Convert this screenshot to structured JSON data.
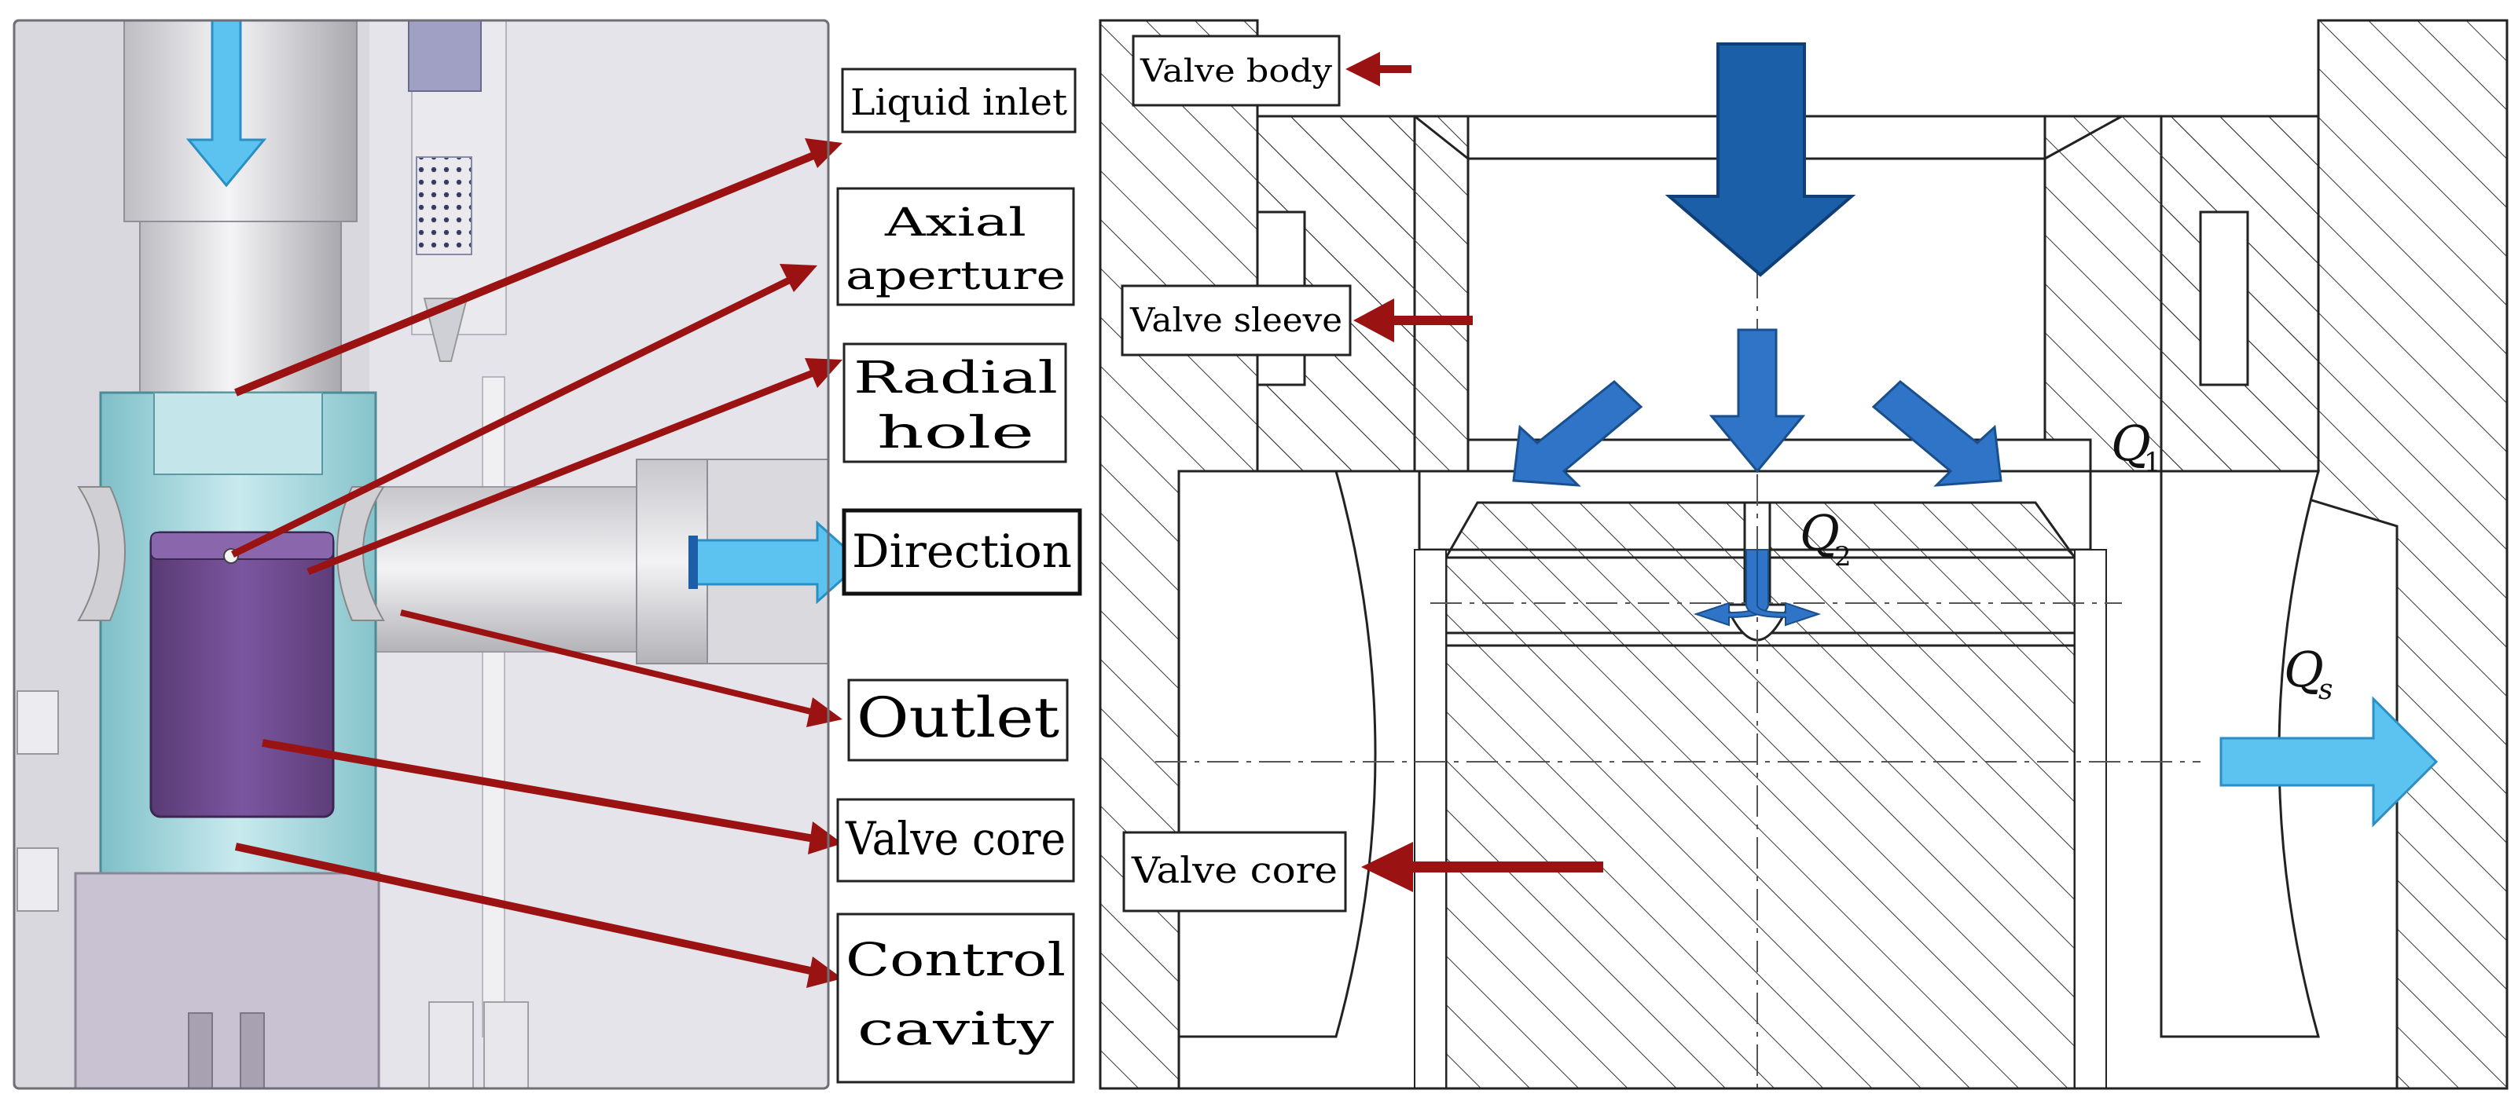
{
  "left_panel": {
    "labels": {
      "liquid_inlet": "Liquid inlet",
      "axial_aperture_1": "Axial",
      "axial_aperture_2": "aperture",
      "radial_hole_1": "Radial",
      "radial_hole_2": "hole",
      "direction": "Direction",
      "outlet": "Outlet",
      "valve_core": "Valve core",
      "control_cavity_1": "Control",
      "control_cavity_2": "cavity"
    }
  },
  "right_panel": {
    "labels": {
      "valve_body": "Valve body",
      "valve_sleeve": "Valve sleeve",
      "valve_core": "Valve core"
    },
    "flows": {
      "q1": "Q",
      "q1_sub": "1",
      "q2": "Q",
      "q2_sub": "2",
      "qs": "Q",
      "qs_sub": "s"
    }
  },
  "colors": {
    "pointer_arrow": "#9b1212",
    "flow_arrow_dark": "#1a5fa8",
    "flow_arrow_mid": "#2f74c6",
    "flow_arrow_light": "#5cc3f0",
    "valve_core_purple": "#6e4a8c",
    "sleeve_teal": "#a6d6dc",
    "body_gray": "#d6d6dc"
  }
}
